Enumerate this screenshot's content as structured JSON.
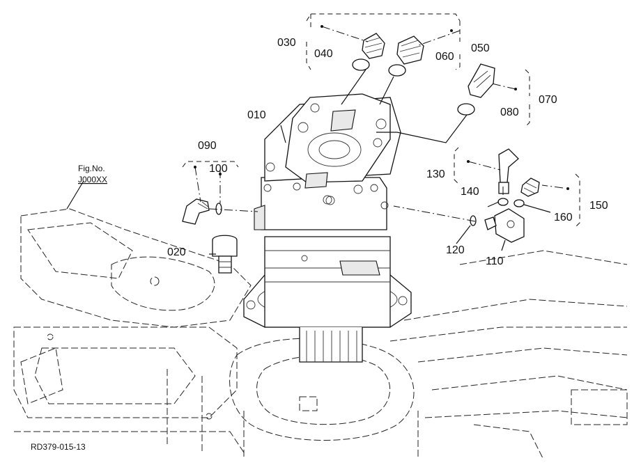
{
  "figure_ref": {
    "label": "Fig.No.",
    "code": "J000XX"
  },
  "drawing_number": "RD379-015-13",
  "callouts": [
    {
      "id": "c010",
      "text": "010"
    },
    {
      "id": "c020",
      "text": "020"
    },
    {
      "id": "c030",
      "text": "030"
    },
    {
      "id": "c040",
      "text": "040"
    },
    {
      "id": "c050",
      "text": "050"
    },
    {
      "id": "c060",
      "text": "060"
    },
    {
      "id": "c070",
      "text": "070"
    },
    {
      "id": "c080",
      "text": "080"
    },
    {
      "id": "c090",
      "text": "090"
    },
    {
      "id": "c100",
      "text": "100"
    },
    {
      "id": "c110",
      "text": "110"
    },
    {
      "id": "c120",
      "text": "120"
    },
    {
      "id": "c130",
      "text": "130"
    },
    {
      "id": "c140",
      "text": "140"
    },
    {
      "id": "c150",
      "text": "150"
    },
    {
      "id": "c160",
      "text": "160"
    }
  ]
}
